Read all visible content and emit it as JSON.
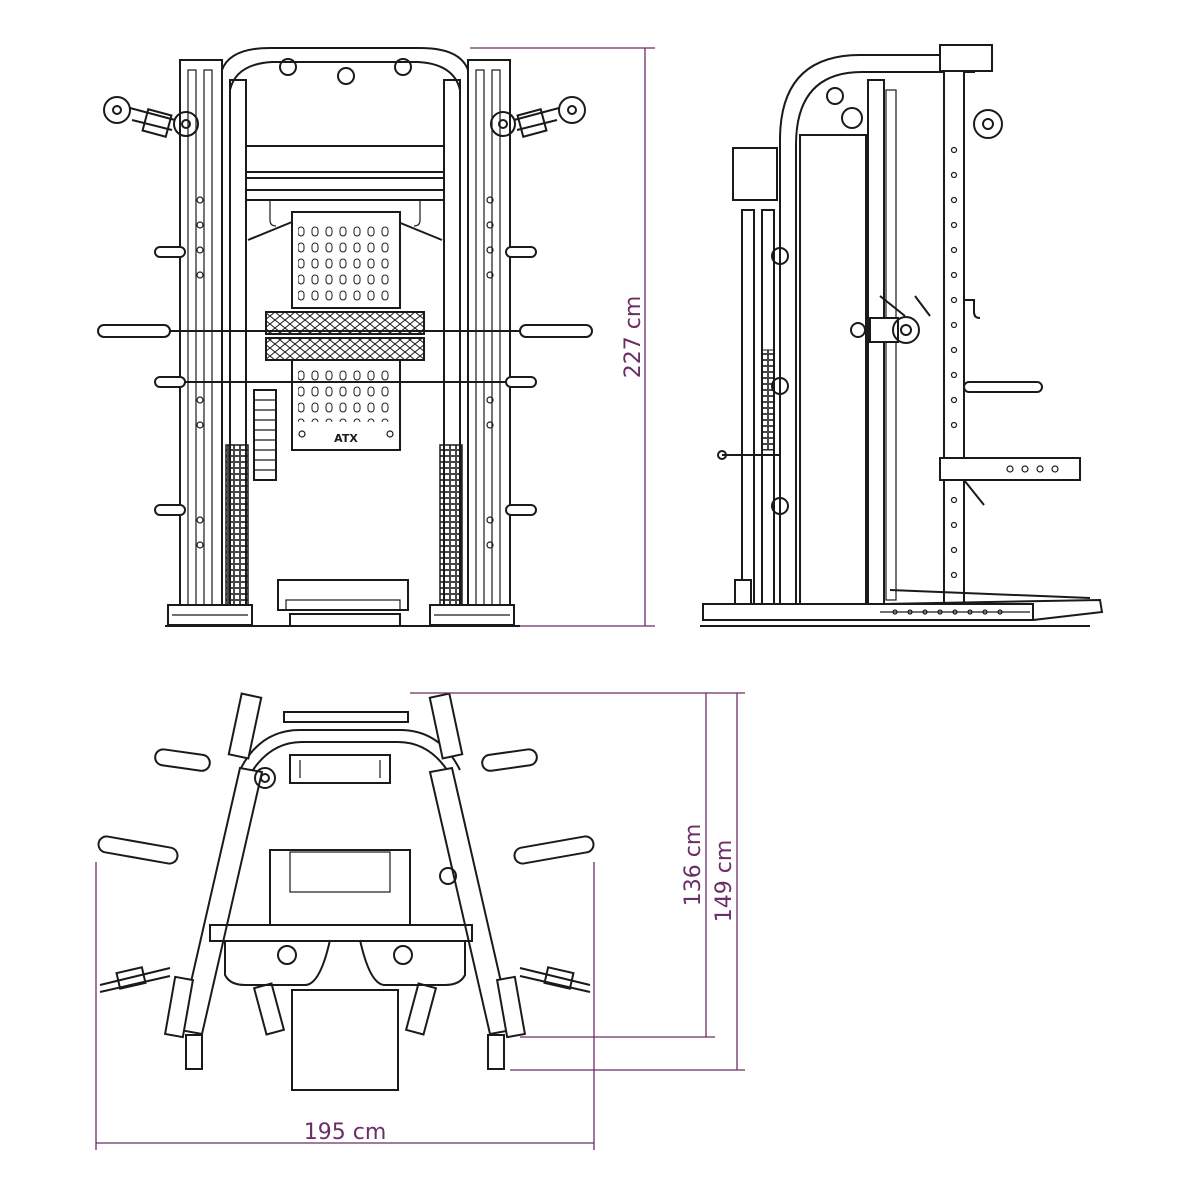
{
  "brand": {
    "logo_text": "ATX"
  },
  "dimensions": {
    "height": "227 cm",
    "depth_inner": "136 cm",
    "depth_outer": "149 cm",
    "width": "195 cm"
  },
  "colors": {
    "line": "#1a1a1a",
    "dimension": "#6b2e66",
    "background": "#ffffff"
  }
}
